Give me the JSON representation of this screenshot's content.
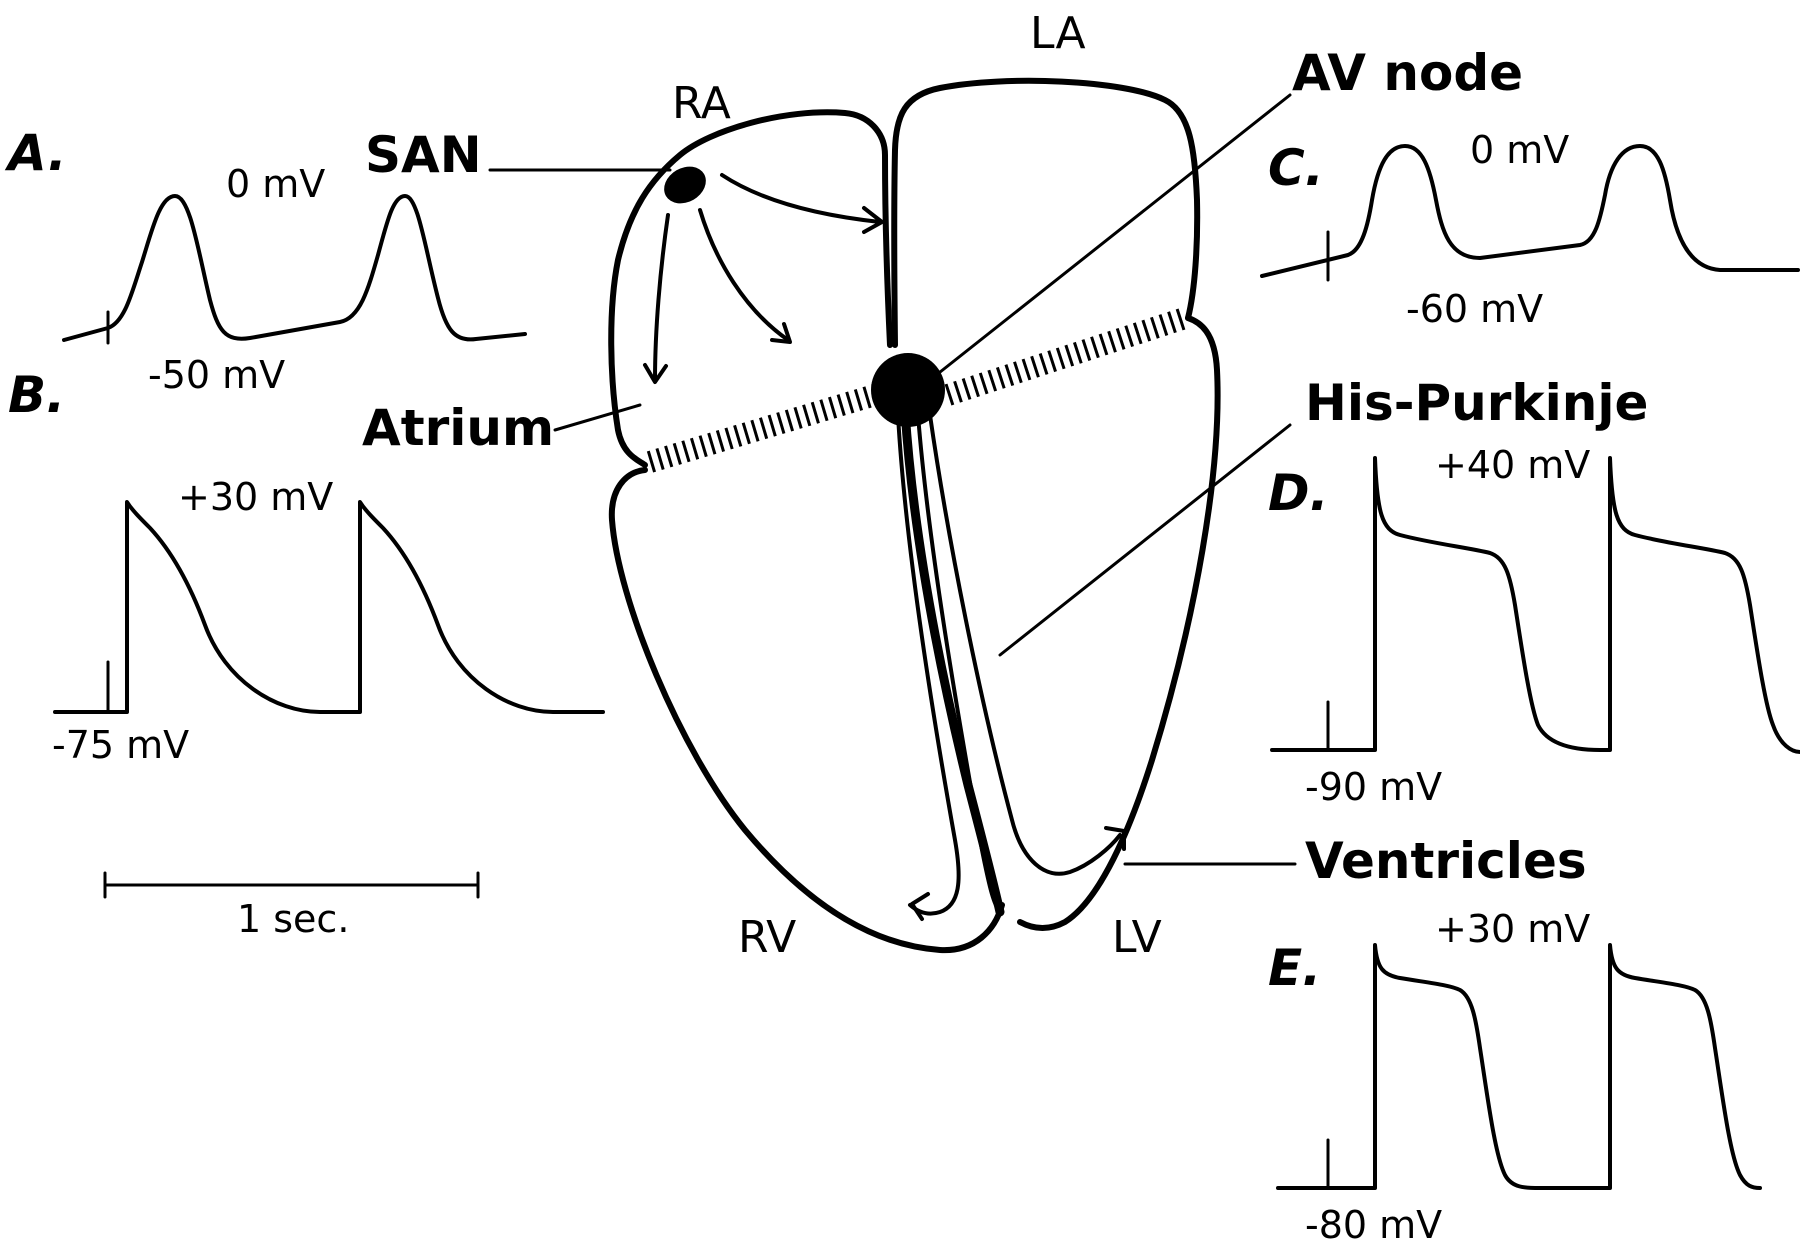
{
  "panels": {
    "a": {
      "label": "A.",
      "peak": "0 mV",
      "rest": "-50 mV"
    },
    "b": {
      "label": "B.",
      "peak": "+30 mV",
      "rest": "-75 mV"
    },
    "c": {
      "label": "C.",
      "peak": "0 mV",
      "rest": "-60 mV"
    },
    "d": {
      "label": "D.",
      "peak": "+40 mV",
      "rest": "-90 mV"
    },
    "e": {
      "label": "E.",
      "peak": "+30 mV",
      "rest": "-80 mV"
    }
  },
  "structures": {
    "san": "SAN",
    "atrium": "Atrium",
    "av_node": "AV node",
    "his_purkinje": "His-Purkinje",
    "ventricles": "Ventricles"
  },
  "chambers": {
    "ra": "RA",
    "la": "LA",
    "rv": "RV",
    "lv": "LV"
  },
  "scale_bar": {
    "label": "1 sec."
  },
  "colors": {
    "ink": "#000000",
    "background": "#ffffff"
  }
}
